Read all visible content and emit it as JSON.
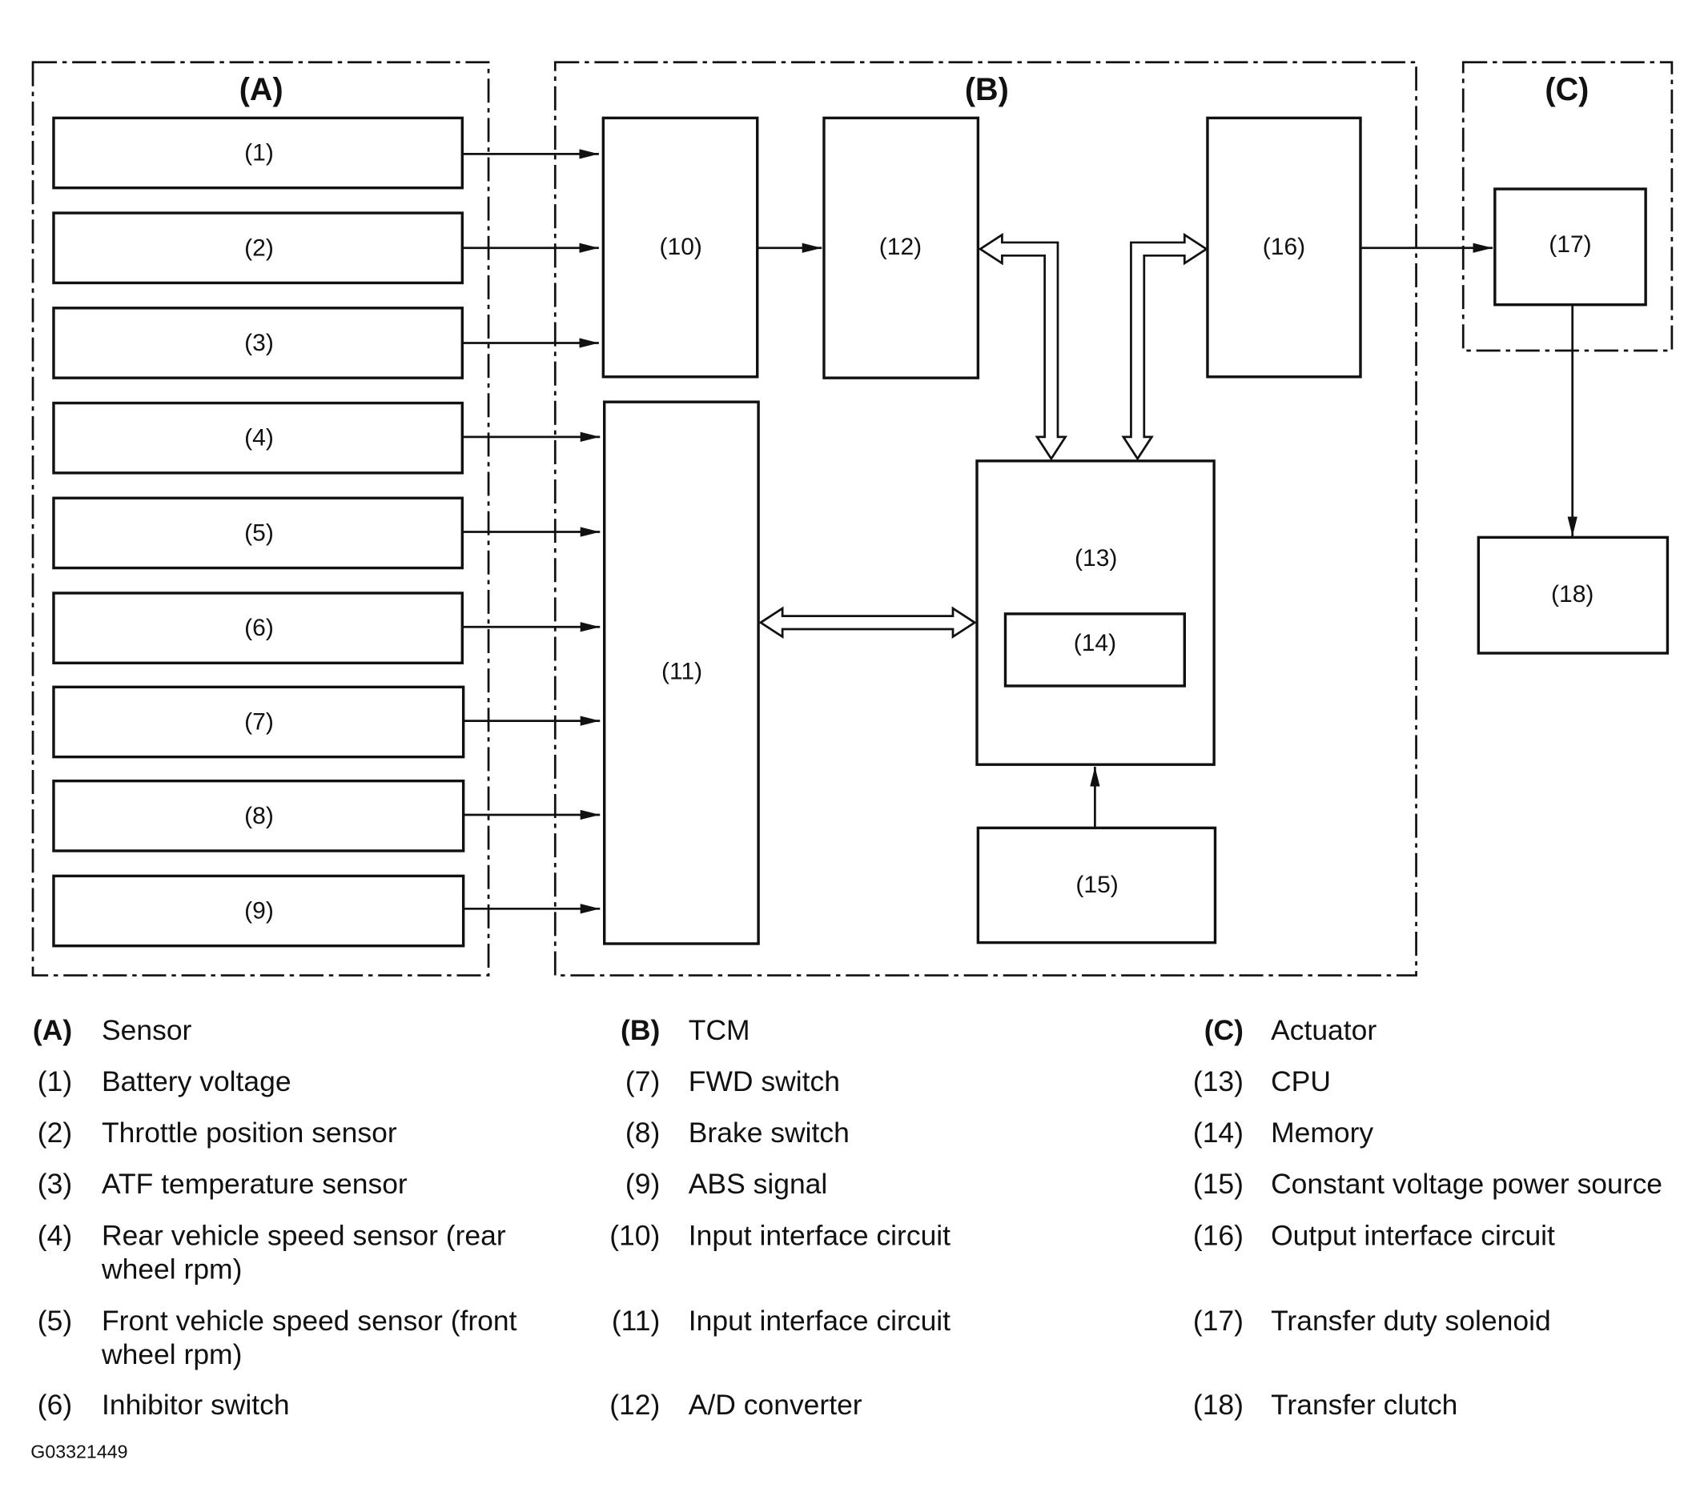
{
  "diagram": {
    "groups": [
      {
        "label": "(A)"
      },
      {
        "label": "(B)"
      },
      {
        "label": "(C)"
      }
    ],
    "blocks": [
      "(1)",
      "(2)",
      "(3)",
      "(4)",
      "(5)",
      "(6)",
      "(7)",
      "(8)",
      "(9)",
      "(10)",
      "(11)",
      "(12)",
      "(13)",
      "(14)",
      "(15)",
      "(16)",
      "(17)",
      "(18)"
    ]
  },
  "legend": {
    "columns": [
      [
        {
          "key": "(A)",
          "text": [
            "Sensor"
          ]
        },
        {
          "key": "(1)",
          "text": [
            "Battery voltage"
          ]
        },
        {
          "key": "(2)",
          "text": [
            "Throttle position sensor"
          ]
        },
        {
          "key": "(3)",
          "text": [
            "ATF temperature sensor"
          ]
        },
        {
          "key": "(4)",
          "text": [
            "Rear vehicle speed sensor (rear",
            "wheel rpm)"
          ]
        },
        {
          "key": "(5)",
          "text": [
            "Front vehicle speed sensor (front",
            "wheel rpm)"
          ]
        },
        {
          "key": "(6)",
          "text": [
            "Inhibitor switch"
          ]
        }
      ],
      [
        {
          "key": "(B)",
          "text": [
            "TCM"
          ]
        },
        {
          "key": "(7)",
          "text": [
            "FWD switch"
          ]
        },
        {
          "key": "(8)",
          "text": [
            "Brake switch"
          ]
        },
        {
          "key": "(9)",
          "text": [
            "ABS signal"
          ]
        },
        {
          "key": "(10)",
          "text": [
            "Input interface circuit"
          ]
        },
        {
          "key": "(11)",
          "text": [
            "Input interface circuit"
          ]
        },
        {
          "key": "(12)",
          "text": [
            "A/D converter"
          ]
        }
      ],
      [
        {
          "key": "(C)",
          "text": [
            "Actuator"
          ]
        },
        {
          "key": "(13)",
          "text": [
            "CPU"
          ]
        },
        {
          "key": "(14)",
          "text": [
            "Memory"
          ]
        },
        {
          "key": "(15)",
          "text": [
            "Constant voltage power source"
          ]
        },
        {
          "key": "(16)",
          "text": [
            "Output interface circuit"
          ]
        },
        {
          "key": "(17)",
          "text": [
            "Transfer duty solenoid"
          ]
        },
        {
          "key": "(18)",
          "text": [
            "Transfer clutch"
          ]
        }
      ]
    ]
  },
  "figure_id": "G03321449"
}
